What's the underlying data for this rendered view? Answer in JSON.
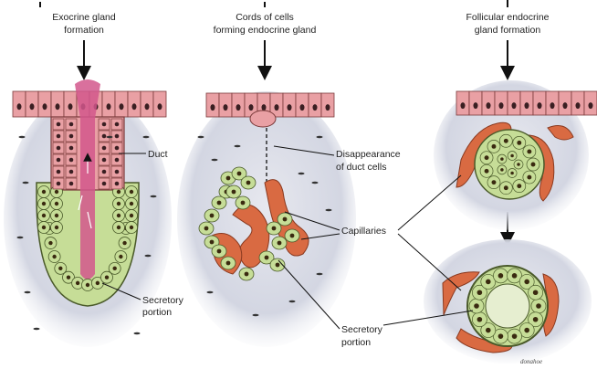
{
  "titles": {
    "exocrine": [
      "Exocrine gland",
      "formation"
    ],
    "cords": [
      "Cords of cells",
      "forming endocrine gland"
    ],
    "follicular": [
      "Follicular endocrine",
      "gland formation"
    ]
  },
  "labels": {
    "duct": "Duct",
    "secretory_left": [
      "Secretory",
      "portion"
    ],
    "disappearance": [
      "Disappearance",
      "of duct cells"
    ],
    "capillaries": "Capillaries",
    "secretory_middle": [
      "Secretory",
      "portion"
    ]
  },
  "signature": "donahoe",
  "colors": {
    "epithelium": "#e9a0a4",
    "lumen": "#d2578c",
    "gland_cell": "#c6dd97",
    "capillary": "#d96a42",
    "connective": "#d9dbe6"
  }
}
